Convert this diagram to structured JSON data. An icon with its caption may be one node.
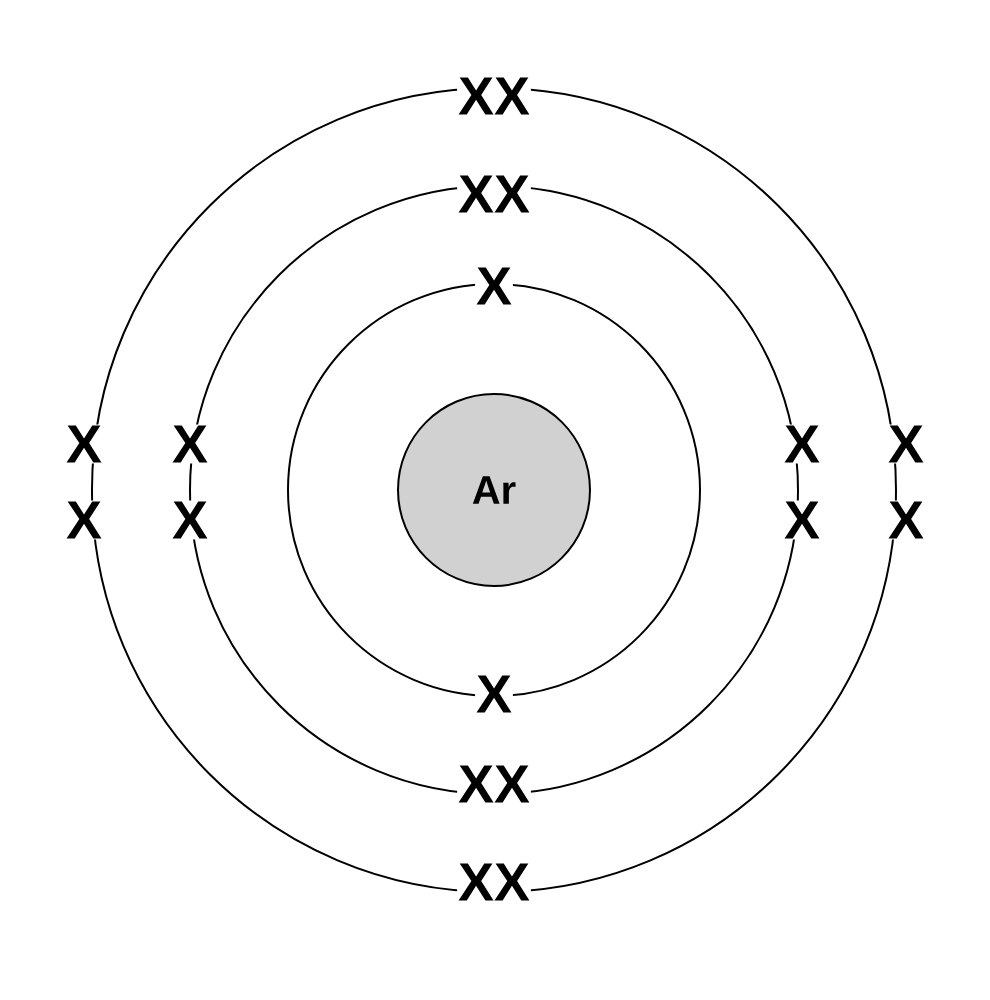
{
  "diagram": {
    "nodes": [
      {
        "text": [],
        "shape": "circle"
      },
      {
        "text": [],
        "shape": "circle",
        "in": 0
      },
      {
        "text": [],
        "shape": "circle",
        "in": 1
      },
      {
        "text": [
          "Ar"
        ],
        "in": 2
      }
    ],
    "labels": [
      "XX",
      "XX",
      "X",
      "X",
      "X",
      "X",
      "X",
      "X",
      "X",
      "X",
      "X",
      "X",
      "XX",
      "XX"
    ]
  }
}
